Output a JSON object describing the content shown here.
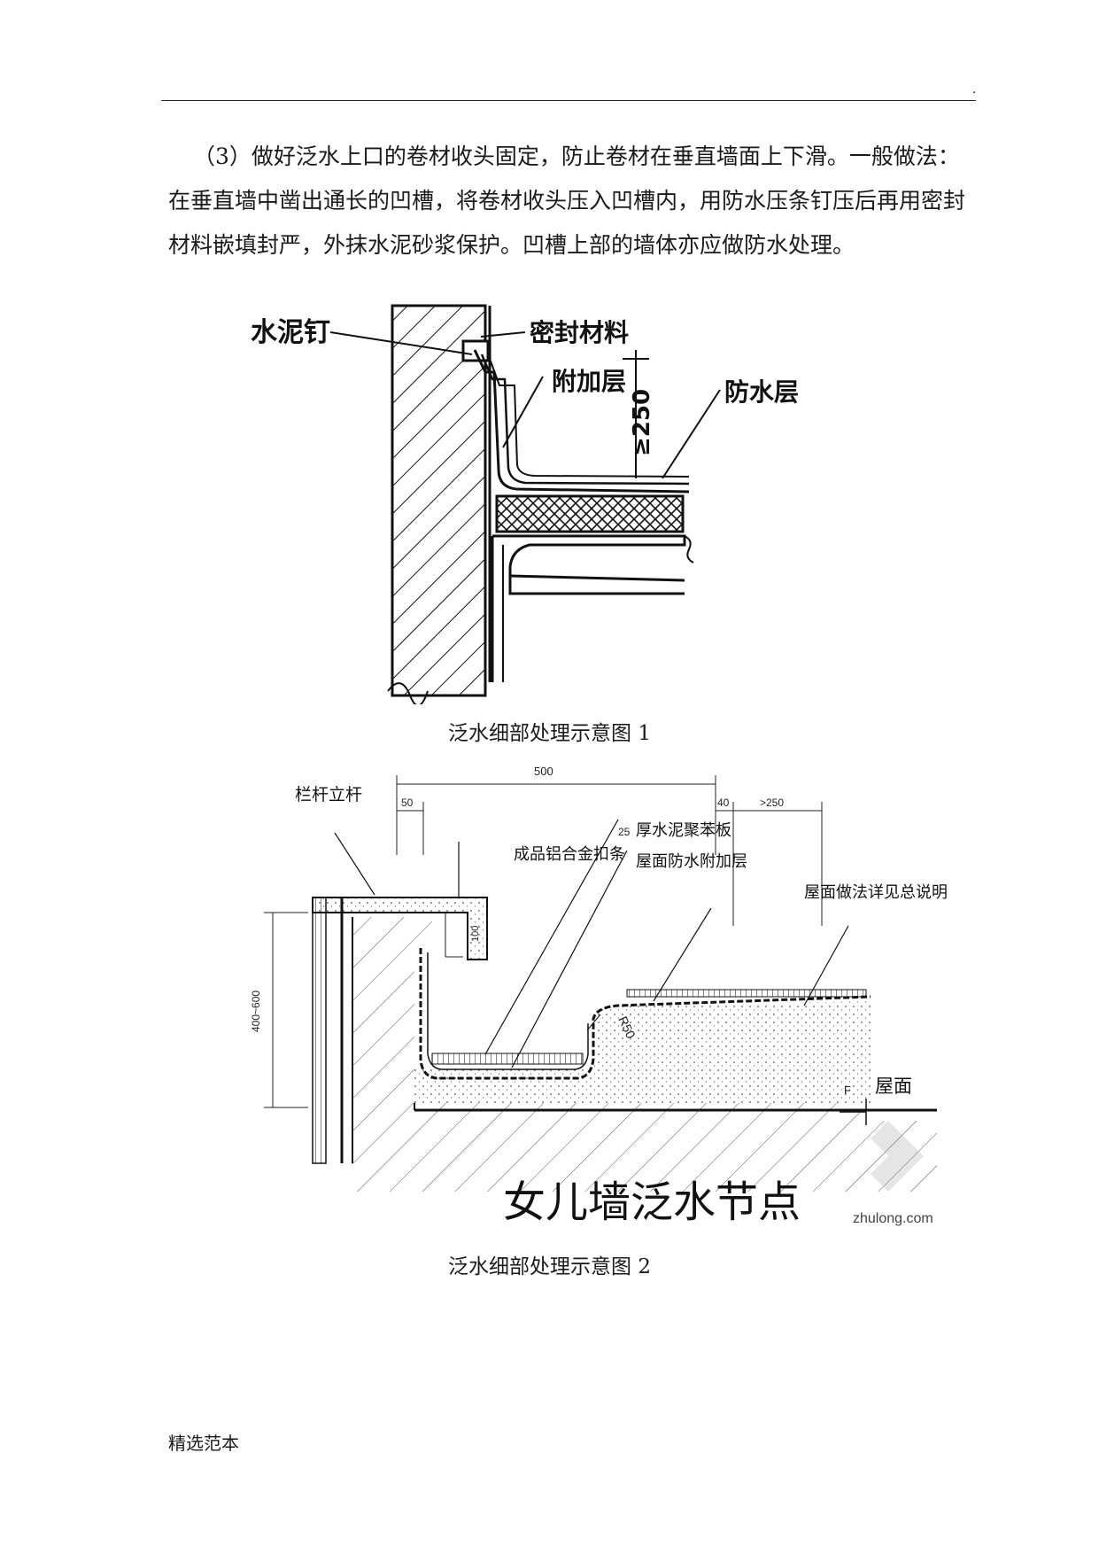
{
  "header": {
    "mark": "."
  },
  "paragraph": "（3）做好泛水上口的卷材收头固定，防止卷材在垂直墙面上下滑。一般做法：在垂直墙中凿出通长的凹槽，将卷材收头压入凹槽内，用防水压条钉压后再用密封材料嵌填封严，外抹水泥砂浆保护。凹槽上部的墙体亦应做防水处理。",
  "figure1": {
    "caption": "泛水细部处理示意图 1",
    "labels": {
      "nail": "水泥钉",
      "sealant": "密封材料",
      "additional": "附加层",
      "waterproof": "防水层",
      "height": "≥250"
    }
  },
  "figure2": {
    "caption": "泛水细部处理示意图 2",
    "title": "女儿墙泛水节点",
    "watermark": "zhulong.com",
    "labels": {
      "railing": "栏杆立杆",
      "strip": "成品铝合金扣条",
      "board_num": "25",
      "board": "厚水泥聚苯板",
      "roof_add": "屋面防水附加层",
      "roof_note": "屋面做法详见总说明",
      "roof": "屋面",
      "f": "F",
      "radius": "R50"
    },
    "dims": {
      "d500": "500",
      "d50": "50",
      "d40": "40",
      "d250": ">250",
      "d100": "100",
      "d400": "400~600"
    }
  },
  "footer": "精选范本"
}
